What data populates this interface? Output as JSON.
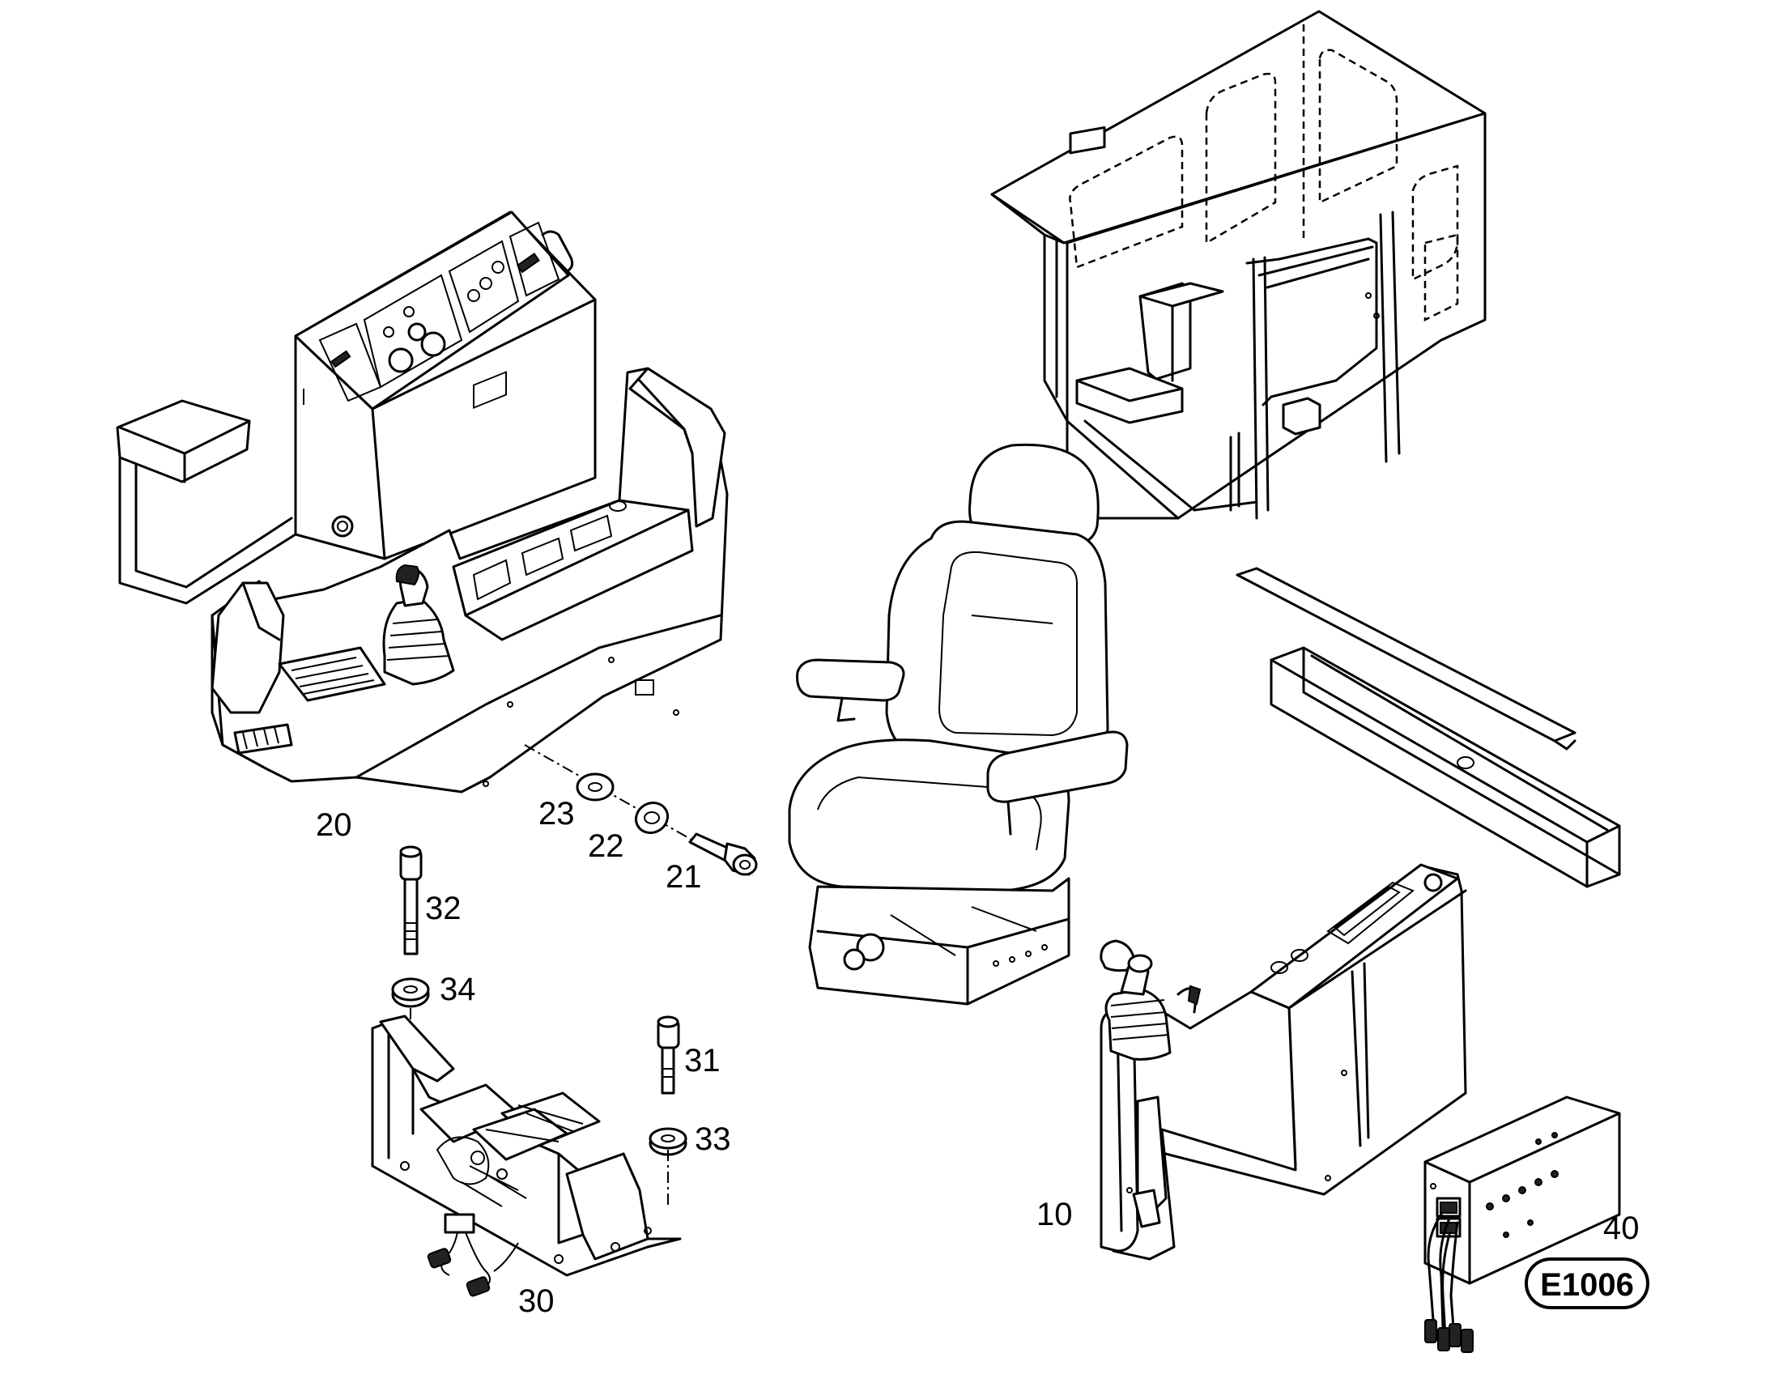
{
  "callouts": {
    "c10": "10",
    "c20": "20",
    "c21": "21",
    "c22": "22",
    "c23": "23",
    "c30": "30",
    "c31": "31",
    "c32": "32",
    "c33": "33",
    "c34": "34",
    "c40": "40"
  },
  "badge": {
    "code": "E1006"
  },
  "icons": [
    "cab-frame",
    "operator-seat",
    "left-control-console",
    "right-control-console",
    "pedal-assembly",
    "electrical-box",
    "trim-rail",
    "bolt",
    "washer"
  ]
}
